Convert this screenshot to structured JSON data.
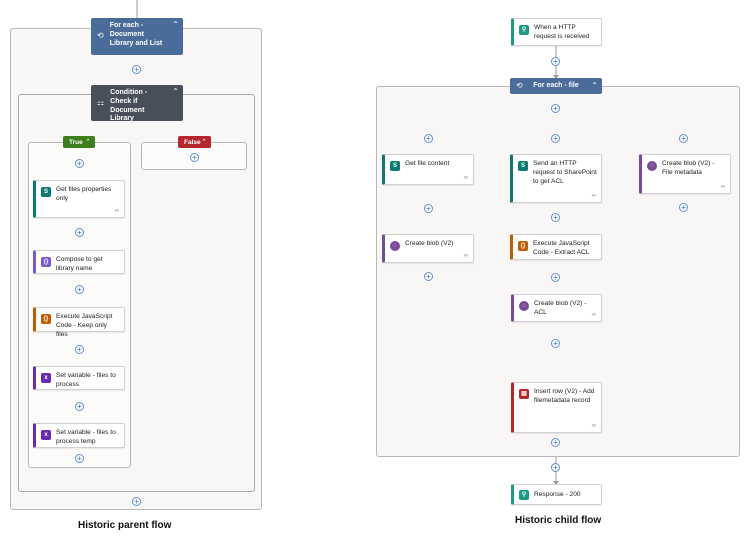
{
  "colors": {
    "scope_header": "#4a6c98",
    "condition_header": "#484f58",
    "true_green": "#3e7d1b",
    "false_red": "#b5272c",
    "sharepoint": "#0b7b72",
    "compose": "#7a5acd",
    "javascript": "#c25c00",
    "variable": "#6b2ab0",
    "blob": "#7a4a9a",
    "sql": "#b5272c",
    "http": "#1f9a8a"
  },
  "parent": {
    "foreach_title": "For each - Document Library and List",
    "condition_title": "Condition - Check if Document Library",
    "true_label": "True",
    "false_label": "False",
    "actions": [
      {
        "label": "Get files properties only",
        "icon": "sharepoint-icon"
      },
      {
        "label": "Compose to get library name",
        "icon": "compose-icon"
      },
      {
        "label": "Execute JavaScript Code - Keep only files",
        "icon": "javascript-icon"
      },
      {
        "label": "Set variable - files to process",
        "icon": "variable-icon"
      },
      {
        "label": "Set variable - files to process temp",
        "icon": "variable-icon"
      }
    ],
    "caption": "Historic parent flow"
  },
  "child": {
    "trigger": "When a HTTP request is received",
    "foreach_title": "For each - file",
    "actions": {
      "get_file_content": "Get file content",
      "send_http": "Send an HTTP request to SharePoint to get ACL",
      "create_blob_metadata": "Create blob (V2) - File metadata",
      "create_blob": "Create blob (V2)",
      "execute_js": "Execute JavaScript Code - Extract ACL",
      "create_blob_acl": "Create blob (V2) - ACL",
      "insert_row": "Insert row (V2) - Add filemetadata record"
    },
    "response": "Response - 200",
    "caption": "Historic child flow"
  }
}
